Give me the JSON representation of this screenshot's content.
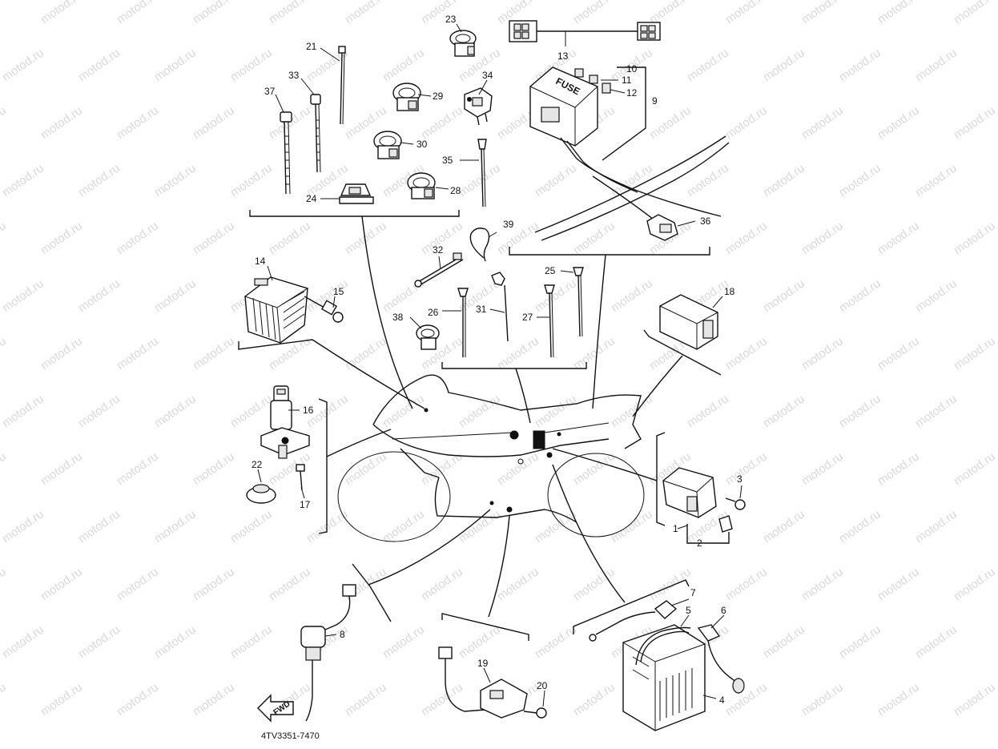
{
  "watermark": "motod.ru",
  "diagram_code": "4TV3351-7470",
  "fuse_label": "FUSE",
  "direction_label": "FWD",
  "callouts": {
    "c1": "1",
    "c2": "2",
    "c3": "3",
    "c4": "4",
    "c5": "5",
    "c6": "6",
    "c7": "7",
    "c8": "8",
    "c9": "9",
    "c10": "10",
    "c11": "11",
    "c12": "12",
    "c13": "13",
    "c14": "14",
    "c15": "15",
    "c16": "16",
    "c17": "17",
    "c18": "18",
    "c19": "19",
    "c20": "20",
    "c21": "21",
    "c22": "22",
    "c23": "23",
    "c24": "24",
    "c25": "25",
    "c26": "26",
    "c27": "27",
    "c28": "28",
    "c29": "29",
    "c30": "30",
    "c31": "31",
    "c32": "32",
    "c33": "33",
    "c34": "34",
    "c35": "35",
    "c36": "36",
    "c37": "37",
    "c38": "38",
    "c39": "39"
  }
}
